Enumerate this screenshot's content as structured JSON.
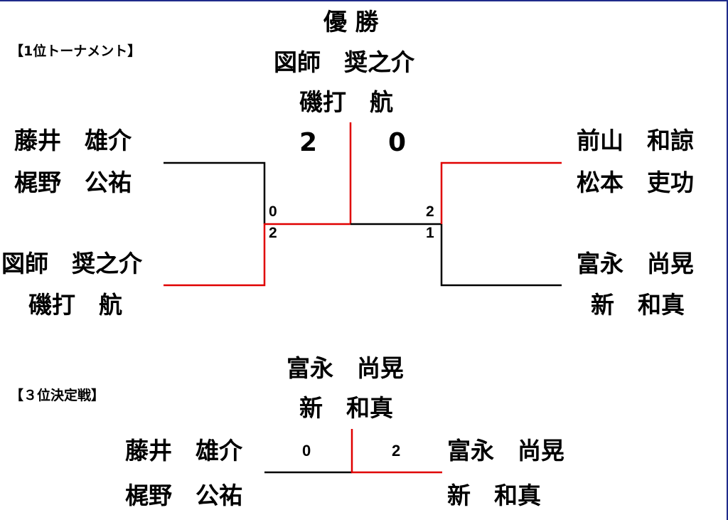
{
  "final": {
    "heading": "優 勝",
    "champion": [
      "図師　奨之介",
      "磯打　航"
    ],
    "score_left": "2",
    "score_right": "0"
  },
  "sections": {
    "tournament": "【1位トーナメント】",
    "third_place": "【３位決定戦】"
  },
  "bracket": {
    "left_top": [
      "藤井　雄介",
      "梶野　公祐"
    ],
    "left_bottom": [
      "図師　奨之介",
      "磯打　航"
    ],
    "right_top": [
      "前山　和諒",
      "松本　吏功"
    ],
    "right_bottom": [
      "富永　尚晃",
      "新　和真"
    ],
    "semi_left_top_score": "0",
    "semi_left_bottom_score": "2",
    "semi_right_top_score": "2",
    "semi_right_bottom_score": "1"
  },
  "third": {
    "winner": [
      "富永　尚晃",
      "新　和真"
    ],
    "left": [
      "藤井　雄介",
      "梶野　公祐"
    ],
    "right": [
      "富永　尚晃",
      "新　和真"
    ],
    "score_left": "0",
    "score_right": "2"
  },
  "colors": {
    "winner_line": "#e00000",
    "loser_line": "#000000",
    "frame": "#1f2a8a"
  }
}
